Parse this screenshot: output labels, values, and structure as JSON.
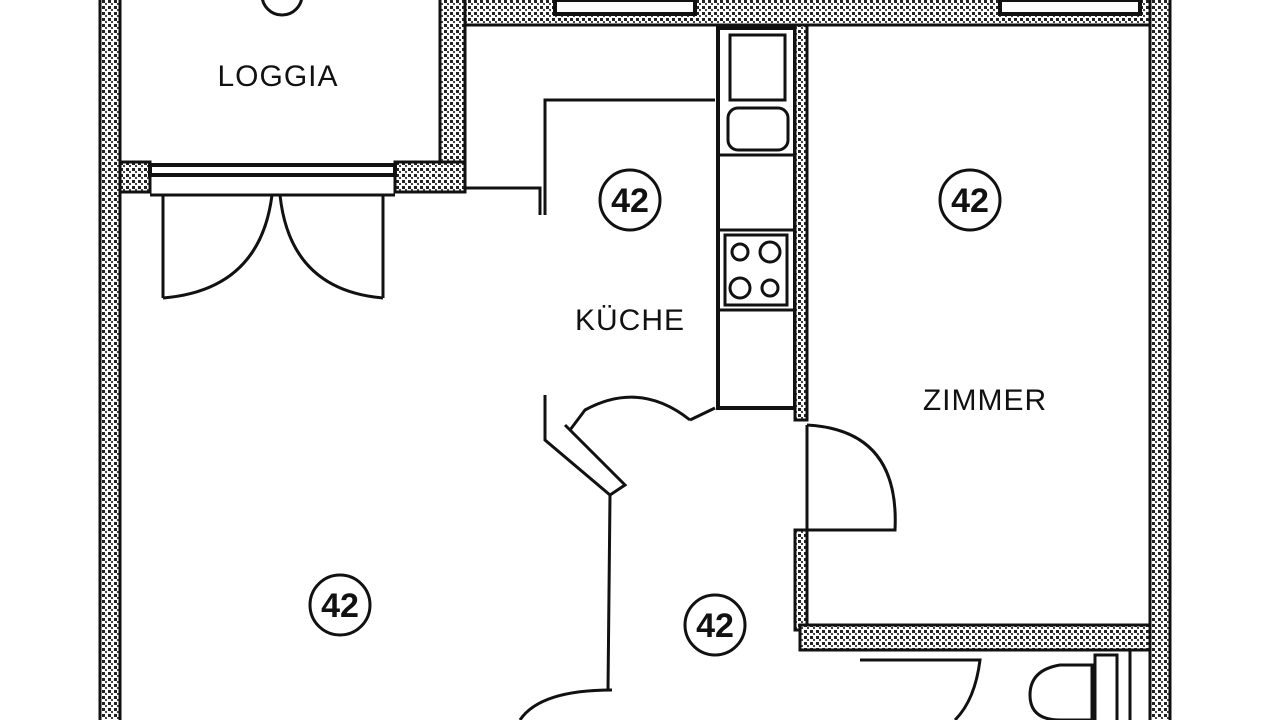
{
  "rooms": {
    "loggia": {
      "label": "LOGGIA"
    },
    "kitchen": {
      "label": "KÜCHE",
      "number": "42"
    },
    "room": {
      "label": "ZIMMER",
      "number": "42"
    },
    "living": {
      "number": "42"
    },
    "hall": {
      "number": "42"
    }
  }
}
